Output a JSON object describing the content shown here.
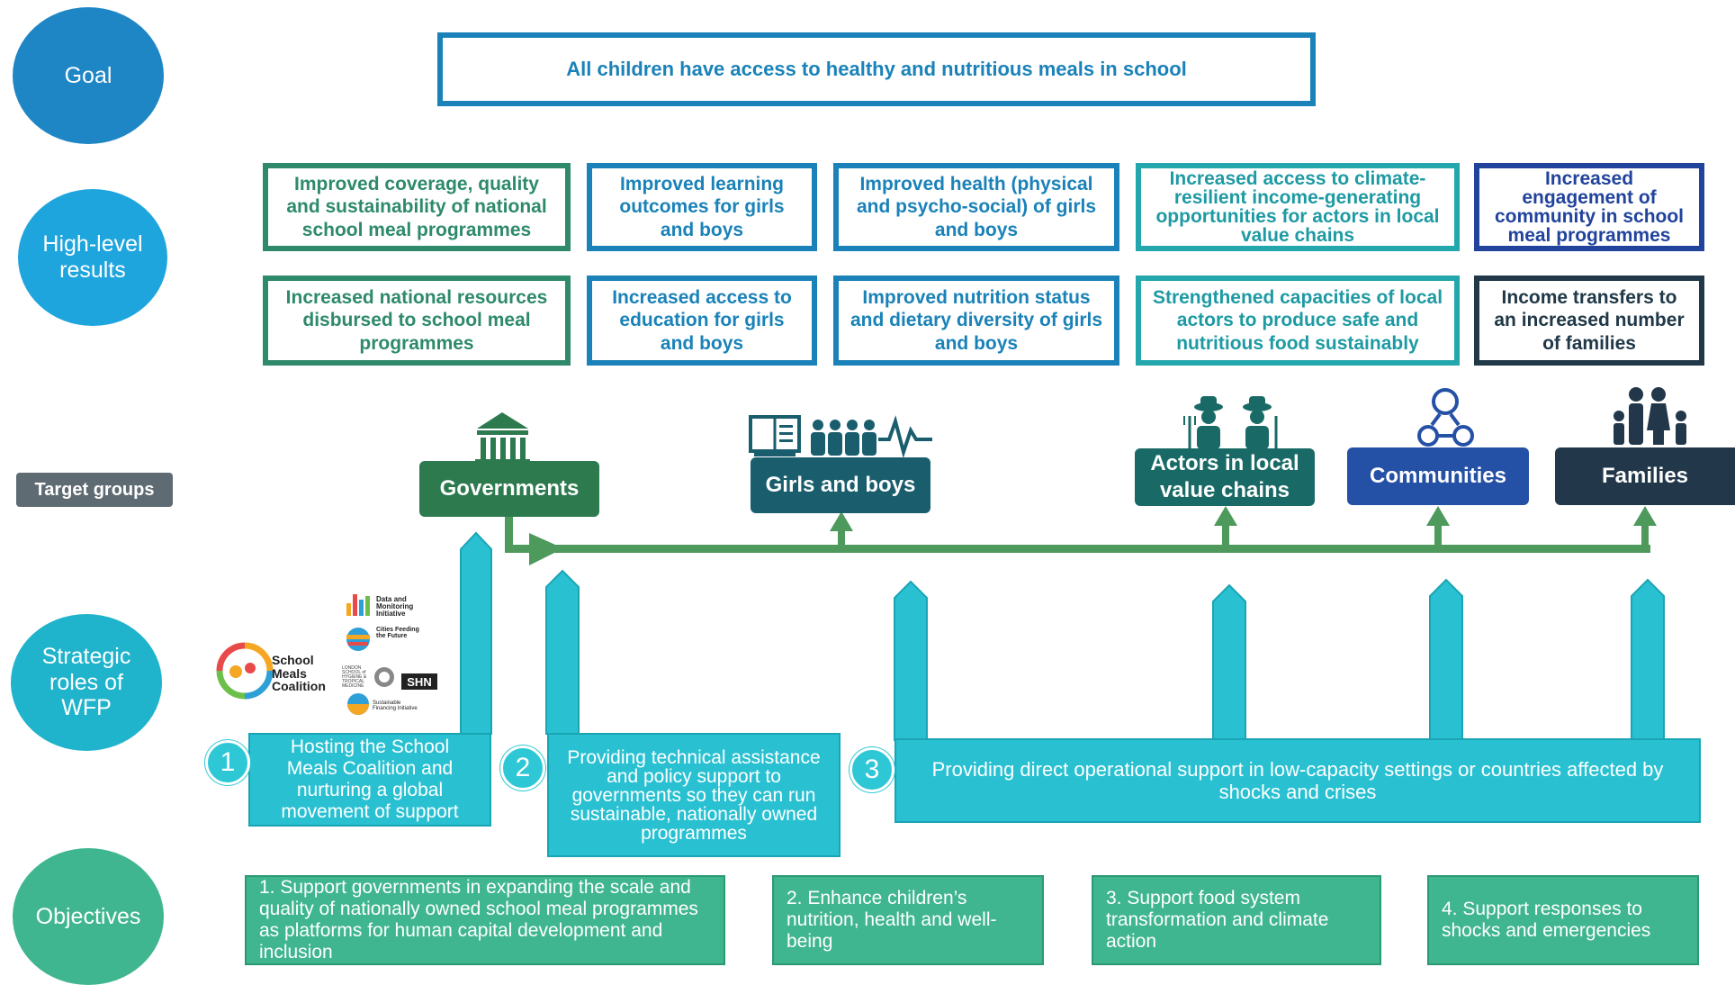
{
  "row_labels": {
    "goal": "Goal",
    "high_level_results": "High-level results",
    "target_groups": "Target groups",
    "strategic_roles": "Strategic roles of WFP",
    "objectives": "Objectives"
  },
  "goal_text": "All children have access to healthy and nutritious meals in school",
  "results_row1": [
    "Improved coverage, quality and sustainability of national school meal programmes",
    "Improved learning outcomes for girls and boys",
    "Improved health (physical and psycho-social) of girls and boys",
    "Increased access to climate-resilient income-generating opportunities for actors in local value chains",
    "Increased engagement of community in school meal programmes"
  ],
  "results_row2": [
    "Increased national resources disbursed to school meal programmes",
    "Increased access to education for girls and boys",
    "Improved nutrition status and dietary diversity of girls and boys",
    "Strengthened capacities of local actors to produce safe and nutritious food sustainably",
    "Income transfers to an increased number of families"
  ],
  "target_groups": {
    "governments": "Governments",
    "girls_boys": "Girls and boys",
    "actors": "Actors in local value chains",
    "communities": "Communities",
    "families": "Families"
  },
  "logos": {
    "smc_line1": "School",
    "smc_line2": "Meals",
    "smc_line3": "Coalition",
    "dmi": "Data and Monitoring Initiative",
    "cities": "Cities Feeding the Future",
    "lshtm": "LONDON SCHOOL of HYGIENE & TROPICAL MEDICINE",
    "shn": "SHN",
    "sfi": "Sustainable Financing Initiative"
  },
  "roles": [
    {
      "num": "1",
      "text": "Hosting the School Meals Coalition and nurturing a global movement of support"
    },
    {
      "num": "2",
      "text": "Providing technical assistance and policy support to governments so they can run sustainable, nationally owned programmes"
    },
    {
      "num": "3",
      "text": "Providing direct operational support in low-capacity settings or countries affected by shocks and crises"
    }
  ],
  "objectives": [
    "1. Support governments in expanding the scale and quality of nationally owned school meal programmes as platforms for human capital development and inclusion",
    "2. Enhance children’s nutrition, health and well-being",
    "3. Support food system transformation and climate action",
    "4. Support responses to shocks and emergencies"
  ],
  "colors": {
    "goal_circle": "#1f86c6",
    "results_circle": "#1fa5dd",
    "roles_circle": "#20b3cc",
    "objectives_circle": "#3fb68f",
    "governments": "#2d7a4f",
    "girls_boys": "#1a5e6e",
    "actors": "#196a66",
    "communities": "#2450a6",
    "families": "#22384a",
    "flow_arrow": "#4d9a5c",
    "role_pillar": "#29c1d2"
  }
}
